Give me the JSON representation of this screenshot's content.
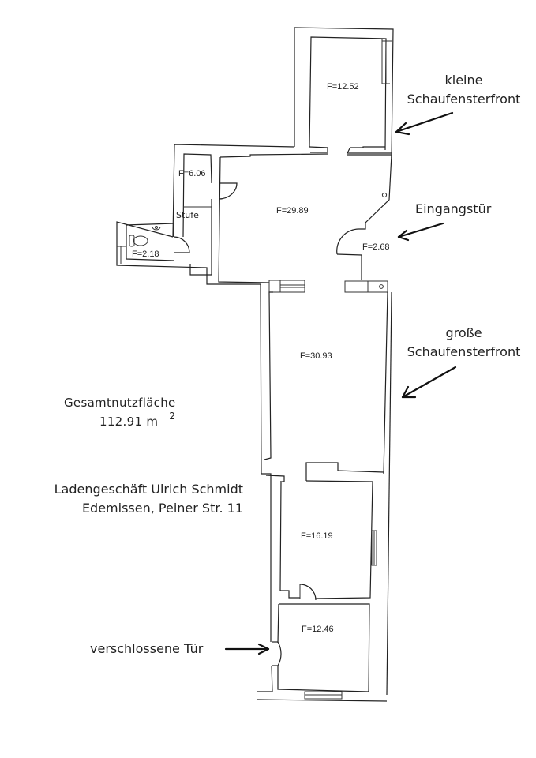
{
  "floor_plan": {
    "rooms": [
      {
        "id": "room-top-small",
        "label": "F=12.52"
      },
      {
        "id": "room-storage",
        "label": "F=6.06"
      },
      {
        "id": "room-step",
        "label": "Stufe"
      },
      {
        "id": "room-wc",
        "label": "F=2.18"
      },
      {
        "id": "room-main-front",
        "label": "F=29.89"
      },
      {
        "id": "room-entry",
        "label": "F=2.68"
      },
      {
        "id": "room-large-shop",
        "label": "F=30.93"
      },
      {
        "id": "room-back-1",
        "label": "F=16.19"
      },
      {
        "id": "room-back-2",
        "label": "F=12.46"
      }
    ],
    "total": {
      "label": "Gesamtnutzfläche",
      "value": "112.91 m",
      "unit_exponent": "2"
    }
  },
  "annotations": {
    "small_window": {
      "line1": "kleine",
      "line2": "Schaufensterfront"
    },
    "entrance": {
      "text": "Eingangstür"
    },
    "large_window": {
      "line1": "große",
      "line2": "Schaufensterfront"
    },
    "locked_door": {
      "text": "verschlossene Tür"
    }
  },
  "address": {
    "line1": "Ladengeschäft Ulrich Schmidt",
    "line2": "Edemissen, Peiner Str. 11"
  }
}
